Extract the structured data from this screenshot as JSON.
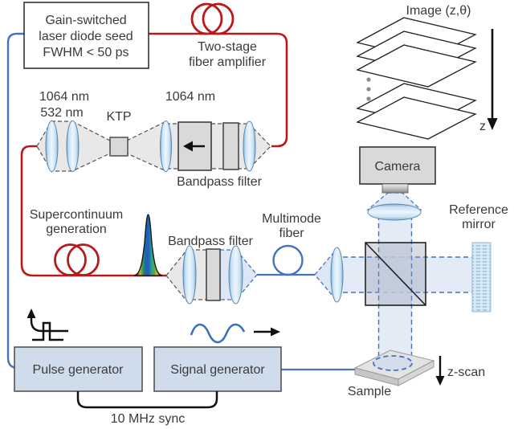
{
  "diagram": {
    "seed_laser": [
      "Gain-switched",
      "laser diode seed",
      "FWHM < 50 ps"
    ],
    "amplifier": [
      "Two-stage",
      "fiber amplifier"
    ],
    "shg": {
      "wavelength_out_1": "1064 nm",
      "wavelength_out_2": "532 nm",
      "crystal": "KTP",
      "wavelength_in": "1064 nm",
      "filter": "Bandpass filter"
    },
    "supercontinuum": [
      "Supercontinuum",
      "generation"
    ],
    "filter_mid": "Bandpass filter",
    "multimode_fiber": [
      "Multimode",
      "fiber"
    ],
    "camera": "Camera",
    "reference_mirror": [
      "Reference",
      "mirror"
    ],
    "image_stack": {
      "title": "Image (z,θ)",
      "axis_label": "z"
    },
    "sample": {
      "label": "Sample",
      "scan_label": "z-scan"
    },
    "electronics": {
      "pulse_generator": "Pulse generator",
      "signal_generator": "Signal generator",
      "sync_label": "10 MHz sync"
    }
  },
  "colors": {
    "fiber_red": "#b8191a",
    "line_blue": "#4472c4",
    "beam_blue_fill": "#dce6f4",
    "beam_gray_fill": "#e8e8e8",
    "beam_gray_dash": "#555555",
    "component_gray": "#d9d9d9",
    "generator_box_fill": "#cfdcec",
    "text": "#3a3a3a",
    "waveform_black": "#111111",
    "spectrum_colors": [
      "#bb1e1e",
      "#d8b92a",
      "#3e9e3e",
      "#1f63b5",
      "#2a9f96",
      "#56ad3c"
    ]
  }
}
